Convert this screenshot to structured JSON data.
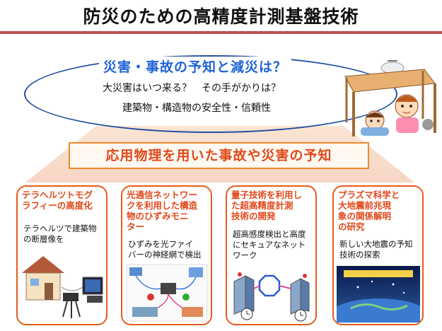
{
  "title": "防災のための高精度計測基盤技術",
  "question": {
    "heading": "災害・事故の予知と減災は？",
    "line1": "大災害はいつ来る？　その手がかりは？",
    "line2": "建築物・構造物の安全性・信頼性"
  },
  "banner": "応用物理を用いた事故や災害の予知",
  "cards": [
    {
      "title1": "テラヘルツトモグ",
      "title2": "ラフィーの高度化",
      "desc1": "テラヘルツで建築物",
      "desc2": "の断層像を"
    },
    {
      "title1": "光通信ネットワー",
      "title2": "クを利用した構造",
      "title3": "物のひずみモニ",
      "title4": "ター",
      "desc1": "ひずみを光ファイ",
      "desc2": "バーの神経網で検出"
    },
    {
      "title1": "量子技術を利用し",
      "title2": "た超高精度計測",
      "title3": "技術の開発",
      "desc1": "超高感度検出と高度",
      "desc2": "にセキュアなネット",
      "desc3": "ワーク"
    },
    {
      "title1": "プラズマ科学と",
      "title2": "大地震前兆現",
      "title3": "象の関係解明",
      "title4": "の研究",
      "desc1": "新しい大地震の予知",
      "desc2": "技術の探索"
    }
  ],
  "colors": {
    "accent": "#e0491a",
    "blue": "#1f64d6",
    "rule": "#c0504d"
  }
}
